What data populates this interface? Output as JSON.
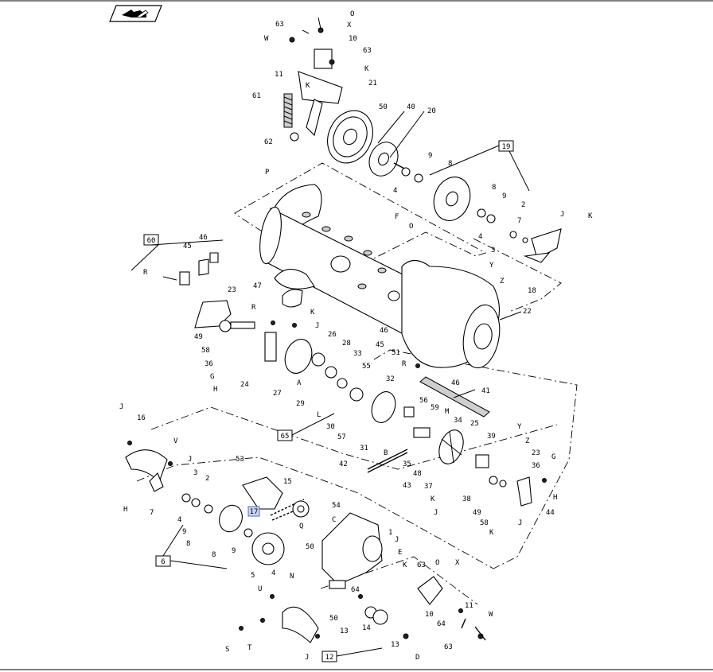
{
  "callouts": [
    {
      "id": "c-O-1",
      "text": "O"
    },
    {
      "id": "c-63-1",
      "text": "63"
    },
    {
      "id": "c-X-1",
      "text": "X"
    },
    {
      "id": "c-W-1",
      "text": "W"
    },
    {
      "id": "c-10-1",
      "text": "10"
    },
    {
      "id": "c-63-2",
      "text": "63"
    },
    {
      "id": "c-11-1",
      "text": "11"
    },
    {
      "id": "c-K-1",
      "text": "K"
    },
    {
      "id": "c-K-2",
      "text": "K"
    },
    {
      "id": "c-21",
      "text": "21"
    },
    {
      "id": "c-61",
      "text": "61"
    },
    {
      "id": "c-50-1",
      "text": "50"
    },
    {
      "id": "c-40",
      "text": "40"
    },
    {
      "id": "c-20",
      "text": "20"
    },
    {
      "id": "c-62",
      "text": "62"
    },
    {
      "id": "c-P",
      "text": "P"
    },
    {
      "id": "c-9-1",
      "text": "9"
    },
    {
      "id": "c-8-1",
      "text": "8"
    },
    {
      "id": "c-4-1",
      "text": "4"
    },
    {
      "id": "c-F",
      "text": "F"
    },
    {
      "id": "c-O-2",
      "text": "O"
    },
    {
      "id": "c-8-2",
      "text": "8"
    },
    {
      "id": "c-9-2",
      "text": "9"
    },
    {
      "id": "c-2-1",
      "text": "2"
    },
    {
      "id": "c-7-1",
      "text": "7"
    },
    {
      "id": "c-J-1",
      "text": "J"
    },
    {
      "id": "c-K-3",
      "text": "K"
    },
    {
      "id": "c-4-2",
      "text": "4"
    },
    {
      "id": "c-3-1",
      "text": "3"
    },
    {
      "id": "c-Y-1",
      "text": "Y"
    },
    {
      "id": "c-Z-1",
      "text": "Z"
    },
    {
      "id": "c-18",
      "text": "18"
    },
    {
      "id": "c-46-1",
      "text": "46"
    },
    {
      "id": "c-45-1",
      "text": "45"
    },
    {
      "id": "c-R-1",
      "text": "R"
    },
    {
      "id": "c-47",
      "text": "47"
    },
    {
      "id": "c-R-2",
      "text": "R"
    },
    {
      "id": "c-K-4",
      "text": "K"
    },
    {
      "id": "c-J-2",
      "text": "J"
    },
    {
      "id": "c-22",
      "text": "22"
    },
    {
      "id": "c-23-1",
      "text": "23"
    },
    {
      "id": "c-49-1",
      "text": "49"
    },
    {
      "id": "c-58-1",
      "text": "58"
    },
    {
      "id": "c-36-1",
      "text": "36"
    },
    {
      "id": "c-G-1",
      "text": "G"
    },
    {
      "id": "c-H-1",
      "text": "H"
    },
    {
      "id": "c-24",
      "text": "24"
    },
    {
      "id": "c-26",
      "text": "26"
    },
    {
      "id": "c-28",
      "text": "28"
    },
    {
      "id": "c-46-2",
      "text": "46"
    },
    {
      "id": "c-45-2",
      "text": "45"
    },
    {
      "id": "c-33",
      "text": "33"
    },
    {
      "id": "c-55",
      "text": "55"
    },
    {
      "id": "c-51",
      "text": "51"
    },
    {
      "id": "c-R-3",
      "text": "R"
    },
    {
      "id": "c-A",
      "text": "A"
    },
    {
      "id": "c-27",
      "text": "27"
    },
    {
      "id": "c-29",
      "text": "29"
    },
    {
      "id": "c-32",
      "text": "32"
    },
    {
      "id": "c-46-3",
      "text": "46"
    },
    {
      "id": "c-41",
      "text": "41"
    },
    {
      "id": "c-L",
      "text": "L"
    },
    {
      "id": "c-30",
      "text": "30"
    },
    {
      "id": "c-56",
      "text": "56"
    },
    {
      "id": "c-59",
      "text": "59"
    },
    {
      "id": "c-M",
      "text": "M"
    },
    {
      "id": "c-34",
      "text": "34"
    },
    {
      "id": "c-25",
      "text": "25"
    },
    {
      "id": "c-57",
      "text": "57"
    },
    {
      "id": "c-31",
      "text": "31"
    },
    {
      "id": "c-B",
      "text": "B"
    },
    {
      "id": "c-35",
      "text": "35"
    },
    {
      "id": "c-J-3",
      "text": "J"
    },
    {
      "id": "c-16",
      "text": "16"
    },
    {
      "id": "c-V",
      "text": "V"
    },
    {
      "id": "c-39",
      "text": "39"
    },
    {
      "id": "c-Y-2",
      "text": "Y"
    },
    {
      "id": "c-Z-2",
      "text": "Z"
    },
    {
      "id": "c-23-2",
      "text": "23"
    },
    {
      "id": "c-36-2",
      "text": "36"
    },
    {
      "id": "c-G-2",
      "text": "G"
    },
    {
      "id": "c-42",
      "text": "42"
    },
    {
      "id": "c-43",
      "text": "43"
    },
    {
      "id": "c-48",
      "text": "48"
    },
    {
      "id": "c-37",
      "text": "37"
    },
    {
      "id": "c-K-5",
      "text": "K"
    },
    {
      "id": "c-38",
      "text": "38"
    },
    {
      "id": "c-J-4",
      "text": "J"
    },
    {
      "id": "c-49-2",
      "text": "49"
    },
    {
      "id": "c-58-2",
      "text": "58"
    },
    {
      "id": "c-K-6",
      "text": "K"
    },
    {
      "id": "c-J-5",
      "text": "J"
    },
    {
      "id": "c-44",
      "text": "44"
    },
    {
      "id": "c-H-2",
      "text": "H"
    },
    {
      "id": "c-53",
      "text": "53"
    },
    {
      "id": "c-15",
      "text": "15"
    },
    {
      "id": "c-J-6",
      "text": "J"
    },
    {
      "id": "c-3-2",
      "text": "3"
    },
    {
      "id": "c-2-2",
      "text": "2"
    },
    {
      "id": "c-H-3",
      "text": "H"
    },
    {
      "id": "c-7-2",
      "text": "7"
    },
    {
      "id": "c-4-3",
      "text": "4"
    },
    {
      "id": "c-9-3",
      "text": "9"
    },
    {
      "id": "c-8-3",
      "text": "8"
    },
    {
      "id": "c-8-4",
      "text": "8"
    },
    {
      "id": "c-9-4",
      "text": "9"
    },
    {
      "id": "c-Q",
      "text": "Q"
    },
    {
      "id": "c-54",
      "text": "54"
    },
    {
      "id": "c-C",
      "text": "C"
    },
    {
      "id": "c-1",
      "text": "1"
    },
    {
      "id": "c-J-7",
      "text": "J"
    },
    {
      "id": "c-E",
      "text": "E"
    },
    {
      "id": "c-50-2",
      "text": "50"
    },
    {
      "id": "c-5",
      "text": "5"
    },
    {
      "id": "c-4-4",
      "text": "4"
    },
    {
      "id": "c-N",
      "text": "N"
    },
    {
      "id": "c-K-7",
      "text": "K"
    },
    {
      "id": "c-63-3",
      "text": "63"
    },
    {
      "id": "c-O-3",
      "text": "O"
    },
    {
      "id": "c-X-2",
      "text": "X"
    },
    {
      "id": "c-64-1",
      "text": "64"
    },
    {
      "id": "c-11-2",
      "text": "11"
    },
    {
      "id": "c-U",
      "text": "U"
    },
    {
      "id": "c-10-2",
      "text": "10"
    },
    {
      "id": "c-50-3",
      "text": "50"
    },
    {
      "id": "c-13-1",
      "text": "13"
    },
    {
      "id": "c-14",
      "text": "14"
    },
    {
      "id": "c-64-2",
      "text": "64"
    },
    {
      "id": "c-W-2",
      "text": "W"
    },
    {
      "id": "c-13-2",
      "text": "13"
    },
    {
      "id": "c-S",
      "text": "S"
    },
    {
      "id": "c-T",
      "text": "T"
    },
    {
      "id": "c-63-4",
      "text": "63"
    },
    {
      "id": "c-D",
      "text": "D"
    },
    {
      "id": "c-J-8",
      "text": "J"
    }
  ],
  "assembly_boxes": {
    "box_19": "19",
    "box_60": "60",
    "box_65": "65",
    "box_6": "6",
    "box_12": "12",
    "box_17": "17"
  },
  "icons": {
    "corner_icon": "parts-hand-icon"
  }
}
